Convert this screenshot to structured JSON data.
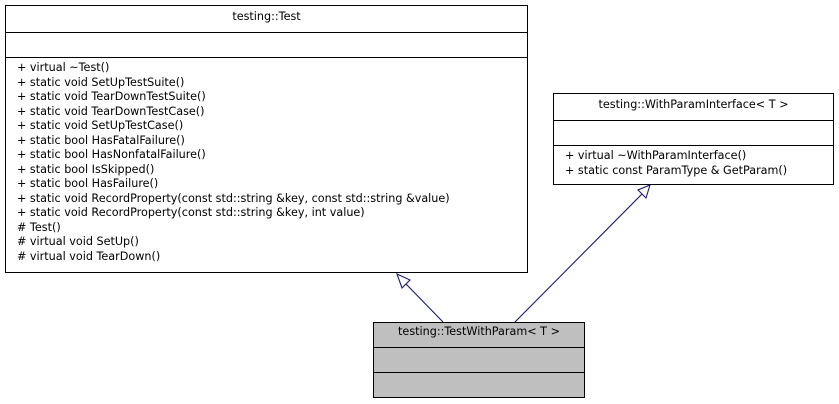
{
  "classes": {
    "test": {
      "name": "testing::Test",
      "members": [
        "+ virtual ~Test()",
        "+ static void SetUpTestSuite()",
        "+ static void TearDownTestSuite()",
        "+ static void TearDownTestCase()",
        "+ static void SetUpTestCase()",
        "+ static bool HasFatalFailure()",
        "+ static bool HasNonfatalFailure()",
        "+ static bool IsSkipped()",
        "+ static bool HasFailure()",
        "+ static void RecordProperty(const std::string &key, const std::string &value)",
        "+ static void RecordProperty(const std::string &key, int value)",
        "# Test()",
        "# virtual void SetUp()",
        "# virtual void TearDown()"
      ]
    },
    "with_param_interface": {
      "name": "testing::WithParamInterface< T >",
      "members": [
        "+ virtual ~WithParamInterface()",
        "+ static const ParamType & GetParam()"
      ]
    },
    "test_with_param": {
      "name": "testing::TestWithParam< T >",
      "members": []
    }
  },
  "colors": {
    "edge": "#191970",
    "highlight_fill": "#bfbfbf"
  }
}
